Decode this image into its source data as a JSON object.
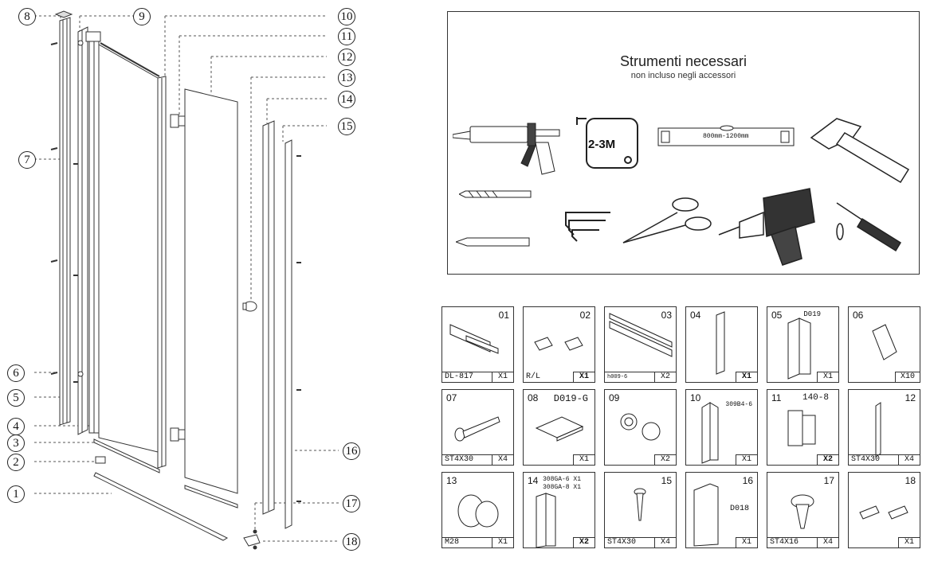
{
  "callouts": [
    "8",
    "9",
    "10",
    "11",
    "12",
    "13",
    "14",
    "7",
    "15",
    "6",
    "5",
    "4",
    "3",
    "16",
    "2",
    "1",
    "17",
    "18"
  ],
  "tools": {
    "title": "Strumenti necessari",
    "subtitle": "non incluso negli accessori",
    "tape_label": "2-3M",
    "level_label": "800mm-1200mm",
    "icons": [
      "caulking-gun",
      "tape-measure",
      "spirit-level",
      "hammer",
      "drill-bit",
      "allen-keys",
      "scissors",
      "power-drill",
      "screwdriver",
      "pencil"
    ]
  },
  "parts": [
    {
      "num": "01",
      "label": "DL-817",
      "qty": "X1"
    },
    {
      "num": "02",
      "label": "R/L",
      "qty": "X1"
    },
    {
      "num": "03",
      "label": "h009-6",
      "qty": "X2"
    },
    {
      "num": "04",
      "label": "",
      "qty": "X1"
    },
    {
      "num": "05",
      "code": "D019",
      "label": "",
      "qty": "X1"
    },
    {
      "num": "06",
      "label": "",
      "qty": "X10"
    },
    {
      "num": "07",
      "label": "ST4X30",
      "qty": "X4"
    },
    {
      "num": "08",
      "code": "D019-G",
      "label": "",
      "qty": "X1"
    },
    {
      "num": "09",
      "label": "",
      "qty": "X2"
    },
    {
      "num": "10",
      "code": "309B4-6",
      "label": "",
      "qty": "X1"
    },
    {
      "num": "11",
      "code": "140-8",
      "label": "",
      "qty": "X2"
    },
    {
      "num": "12",
      "label": "ST4X30",
      "qty": "X4"
    },
    {
      "num": "13",
      "label": "M28",
      "qty": "X1"
    },
    {
      "num": "14",
      "note1": "308GA-6  X1",
      "note2": "308GA-8  X1",
      "label": "",
      "qty": "X2"
    },
    {
      "num": "15",
      "label": "ST4X30",
      "qty": "X4"
    },
    {
      "num": "16",
      "code": "D018",
      "label": "",
      "qty": "X1"
    },
    {
      "num": "17",
      "label": "ST4X16",
      "qty": "X4"
    },
    {
      "num": "18",
      "label": "",
      "qty": "X1"
    }
  ]
}
